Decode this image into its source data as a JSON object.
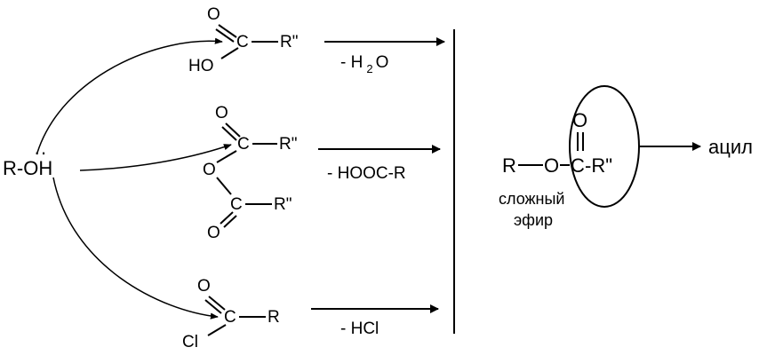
{
  "reactant": {
    "label": "R-OH",
    "lone_pair": "··"
  },
  "acid": {
    "o": "O",
    "c": "C",
    "r": "R\"",
    "ho": "HO"
  },
  "anhydride": {
    "o_top": "O",
    "c_top": "C",
    "r_top": "R\"",
    "o_bridge": "O",
    "c_bottom": "C",
    "r_bottom": "R\"",
    "o_bottom": "O"
  },
  "chloride": {
    "o": "O",
    "c": "C",
    "r": "R",
    "cl": "Cl"
  },
  "byproducts": {
    "water_prefix": "- H",
    "water_sub": "2",
    "water_suffix": "O",
    "acid": "- HOOC-R",
    "hcl": "- HCl"
  },
  "product": {
    "r": "R",
    "o": "O",
    "c": "C",
    "r2": "-R\"",
    "dbl_o": "O",
    "caption_line1": "сложный",
    "caption_line2": "эфир"
  },
  "acyl_label": "ацил"
}
